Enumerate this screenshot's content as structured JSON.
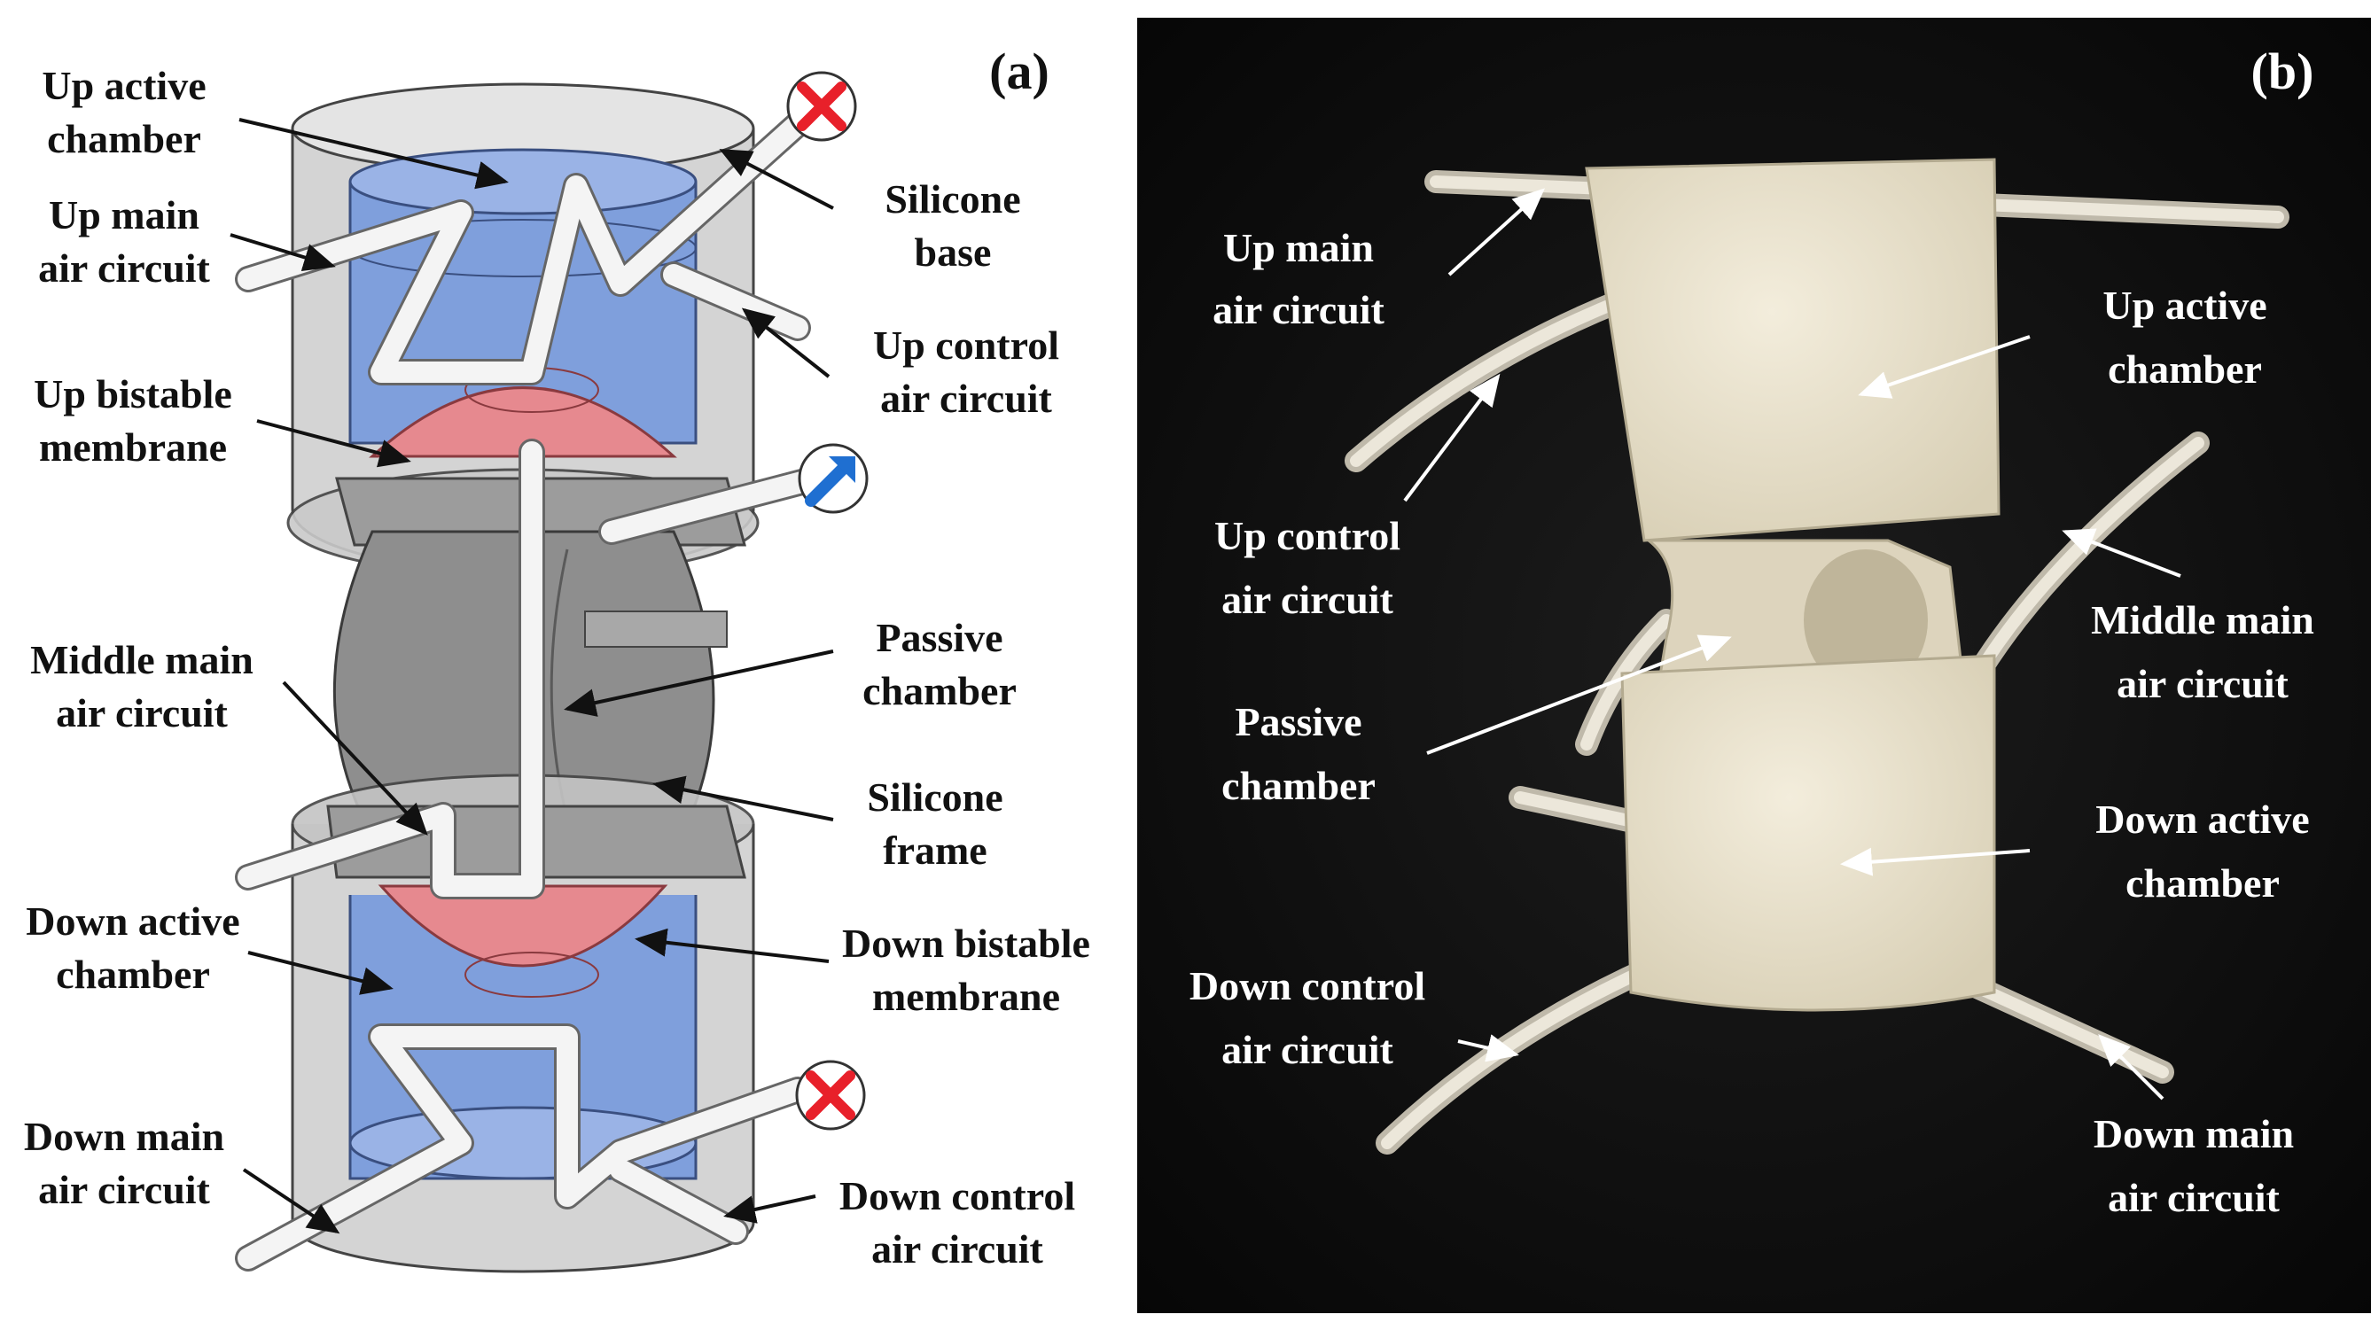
{
  "panel_a": {
    "tag": "(a)",
    "labels": {
      "up_active_chamber": [
        "Up active",
        "chamber"
      ],
      "up_main_air_circuit": [
        "Up main",
        "air circuit"
      ],
      "up_bistable_membrane": [
        "Up bistable",
        "membrane"
      ],
      "middle_main_air_circuit": [
        "Middle main",
        "air circuit"
      ],
      "down_active_chamber": [
        "Down active",
        "chamber"
      ],
      "down_main_air_circuit": [
        "Down main",
        "air circuit"
      ],
      "silicone_base": [
        "Silicone",
        "base"
      ],
      "up_control_air_circuit": [
        "Up control",
        "air circuit"
      ],
      "passive_chamber": [
        "Passive",
        "chamber"
      ],
      "silicone_frame": [
        "Silicone",
        "frame"
      ],
      "down_bistable_membrane": [
        "Down bistable",
        "membrane"
      ],
      "down_control_air_circuit": [
        "Down control",
        "air circuit"
      ]
    },
    "colors": {
      "chamber_blue": "#7f9fdc",
      "membrane_red": "#e6898f",
      "shell_gray": "#cfcfcf",
      "passive_gray": "#8e8e8e",
      "blocked_red": "#e8202a",
      "flow_blue": "#1f6fd1"
    },
    "icons": [
      "blocked-x-icon",
      "flow-arrow-icon",
      "blocked-x-icon"
    ]
  },
  "panel_b": {
    "tag": "(b)",
    "labels": {
      "up_main_air_circuit": [
        "Up main",
        "air circuit"
      ],
      "up_control_air_circuit": [
        "Up control",
        "air circuit"
      ],
      "passive_chamber": [
        "Passive",
        "chamber"
      ],
      "down_control_air_circuit": [
        "Down control",
        "air circuit"
      ],
      "up_active_chamber": [
        "Up active",
        "chamber"
      ],
      "middle_main_air_circuit": [
        "Middle main",
        "air circuit"
      ],
      "down_active_chamber": [
        "Down active",
        "chamber"
      ],
      "down_main_air_circuit": [
        "Down main",
        "air circuit"
      ]
    },
    "colors": {
      "background": "#0d0d0d",
      "silicone": "#e9e2cf"
    }
  }
}
